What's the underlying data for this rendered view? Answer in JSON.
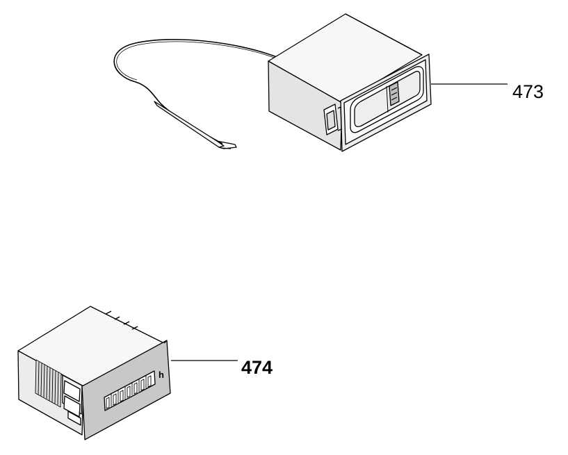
{
  "parts": [
    {
      "id": "473",
      "label": "473"
    },
    {
      "id": "474",
      "label": "474"
    }
  ],
  "counter": {
    "digits": "0000000",
    "unit": "h"
  },
  "colors": {
    "line": "#000000",
    "face_light": "#ececec",
    "face_mid": "#dcdcdc",
    "panel_gray": "#c8c8c8"
  }
}
